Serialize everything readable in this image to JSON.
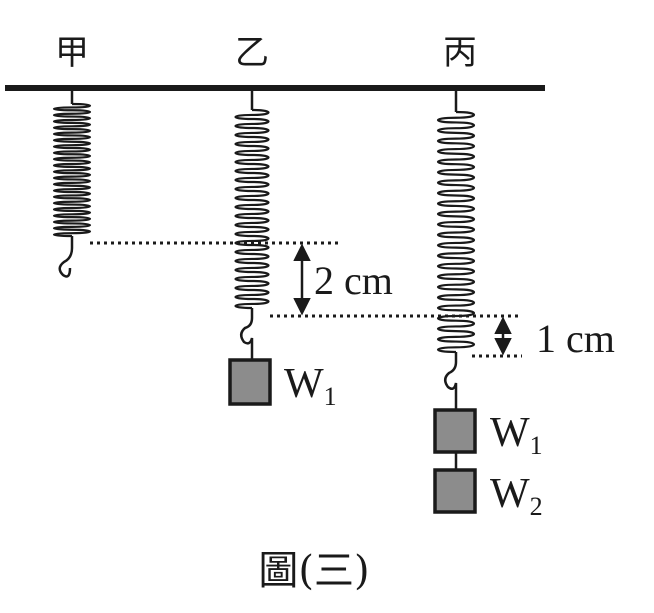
{
  "springs": [
    {
      "label": "甲",
      "weights": []
    },
    {
      "label": "乙",
      "weights": [
        {
          "letter": "W",
          "sub": "1"
        }
      ]
    },
    {
      "label": "丙",
      "weights": [
        {
          "letter": "W",
          "sub": "1"
        },
        {
          "letter": "W",
          "sub": "2"
        }
      ]
    }
  ],
  "measurements": {
    "first": "2 cm",
    "second": "1 cm"
  },
  "caption": "圖(三)",
  "colors": {
    "ink": "#1a1a1a",
    "weight_fill": "#8c8c8c"
  }
}
